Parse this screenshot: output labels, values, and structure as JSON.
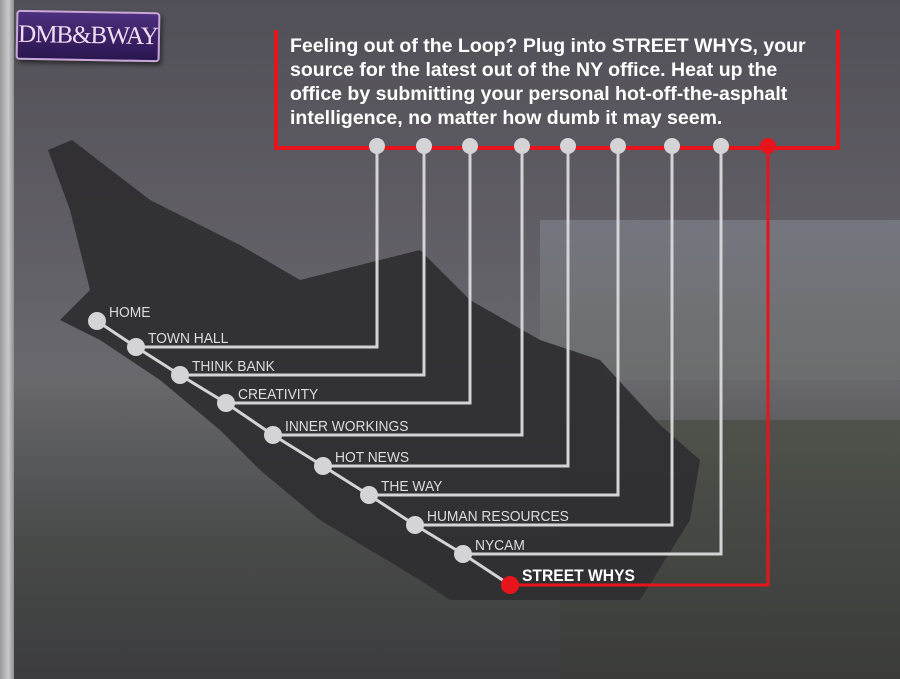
{
  "logo": {
    "text": "DMB&BWAY"
  },
  "intro": {
    "text": "Feeling out of the Loop? Plug into STREET WHYS, your source for the latest out of the NY office. Heat up the office by submitting your personal hot-off-the-asphalt intelligence, no matter how dumb it may seem."
  },
  "nav": {
    "items": [
      {
        "label": "HOME"
      },
      {
        "label": "TOWN HALL"
      },
      {
        "label": "THINK BANK"
      },
      {
        "label": "CREATIVITY"
      },
      {
        "label": "INNER WORKINGS"
      },
      {
        "label": "HOT NEWS"
      },
      {
        "label": "THE WAY"
      },
      {
        "label": "HUMAN RESOURCES"
      },
      {
        "label": "NYCAM"
      },
      {
        "label": "STREET WHYS"
      }
    ],
    "active": "STREET WHYS"
  },
  "colors": {
    "accent": "#e8141c",
    "line": "#d4d4d6",
    "shape": "#2f2e31"
  }
}
